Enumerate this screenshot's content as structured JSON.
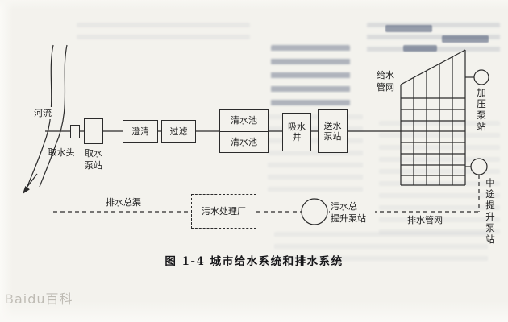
{
  "caption": "图 1-4  城市给水系统和排水系统",
  "watermark": "Baidu百科",
  "diagram": {
    "river": "河流",
    "intake_head": "取水头",
    "intake_pump": "取水泵站",
    "clarify": "澄清",
    "filter": "过滤",
    "clear_tank_top": "清水池",
    "clear_tank_bottom": "清水池",
    "suction_well": "吸水井",
    "delivery_pump": "送水泵站",
    "supply_network": "给水管网",
    "booster_pump": "加压泵站",
    "midway_pump": "中途提升泵站",
    "drain_channel": "排水总渠",
    "sewage_plant": "污水处理厂",
    "sewage_main_pump": "污水总\n提升泵站",
    "drain_network": "排水管网"
  },
  "colors": {
    "ink": "#2b2b2b",
    "paper": "#f3f2ed"
  }
}
